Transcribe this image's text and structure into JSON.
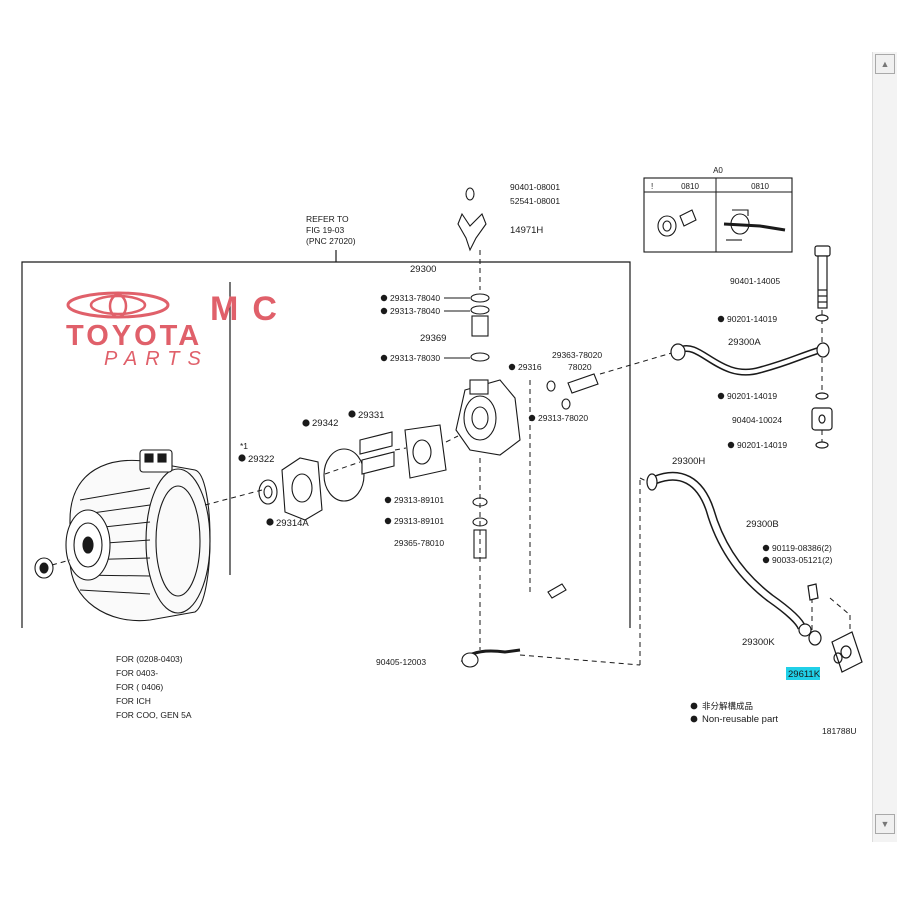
{
  "callouts": {
    "refer_to_line1": "REFER TO",
    "refer_to_line2": "FIG 19-03",
    "refer_to_line3": "(PNC 27020)",
    "p29300": "29300",
    "p29313_78040_a": "29313-78040",
    "p29313_78040_b": "29313-78040",
    "p29369": "29369",
    "p29313_78030": "29313-78030",
    "p29363_78020": "29363-78020",
    "p29316": "29316",
    "p78020": "78020",
    "p29313_78020": "29313-78020",
    "p29342": "29342",
    "p29331": "29331",
    "p29322": "29322",
    "p_star_top": "*1",
    "p29314A": "29314A",
    "p29313_89101_a": "29313-89101",
    "p29313_89101_b": "29313-89101",
    "p29365_78010": "29365-78010",
    "p90405_12003": "90405-12003",
    "p90401_08001": "90401-08001",
    "p52541_08001": "52541-08001",
    "p14971": "14971H",
    "p90401_14005": "90401-14005",
    "p90201_14019_a": "90201-14019",
    "p29300A": "29300A",
    "p90201_14019_b": "90201-14019",
    "p90404_10024": "90404-10024",
    "p90201_14019_c": "90201-14019",
    "p29300H": "29300H",
    "p29300B": "29300B",
    "p90119_08386": "90119-08386(2)",
    "p90033_05121": "90033-05121(2)",
    "p29300K": "29300K",
    "p29611K": "29611K"
  },
  "inset": {
    "title": "A0",
    "col1": "0810",
    "col2": "0810"
  },
  "notes": [
    "FOR  (0208-0403)",
    "FOR  0403-",
    "FOR  (      0406)",
    "FOR  ICH",
    "FOR  COO, GEN 5A"
  ],
  "legend": {
    "line1": "非分解構成品",
    "line2": "Non-reusable part",
    "figure_code": "181788U"
  },
  "watermark": {
    "brand": "MC",
    "name": "TOYOTA",
    "sub": "PARTS"
  },
  "colors": {
    "ink": "#1a1a1a",
    "watermark": "#e0606a",
    "highlight": "#20d0e8"
  }
}
